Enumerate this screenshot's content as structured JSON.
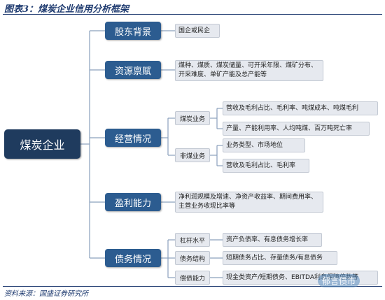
{
  "title": "图表3：煤炭企业信用分析框架",
  "source": "资料来源：国盛证券研究所",
  "watermark": "郁言债市",
  "root": "煤炭企业",
  "categories": {
    "shareholder": {
      "label": "股东背景",
      "items": [
        "国企或民企"
      ]
    },
    "resource": {
      "label": "资源禀赋",
      "items": [
        "煤种、煤质、煤炭储量、可开采年限、煤矿分布、开采难度、单矿产能及总产能等"
      ]
    },
    "operation": {
      "label": "经营情况",
      "coal": {
        "label": "煤炭业务",
        "items": [
          "营收及毛利占比、毛利率、吨煤成本、吨煤毛利",
          "产量、产能利用率、人均吨煤、百万吨死亡率"
        ]
      },
      "noncoal": {
        "label": "非煤业务",
        "items": [
          "业务类型、市场地位",
          "营收及毛利占比、毛利率"
        ]
      }
    },
    "profit": {
      "label": "盈利能力",
      "items": [
        "净利润规模及增速、净资产收益率、期间费用率、主营业务收现比率等"
      ]
    },
    "debt": {
      "label": "债务情况",
      "leverage": {
        "label": "杠杆水平",
        "item": "资产负债率、有息债务增长率"
      },
      "structure": {
        "label": "债务结构",
        "item": "短期债务占比、存量债务/有息债务"
      },
      "repay": {
        "label": "偿债能力",
        "item": "现金类资产/短期债务、EBITDA利息保障倍数等"
      }
    }
  }
}
